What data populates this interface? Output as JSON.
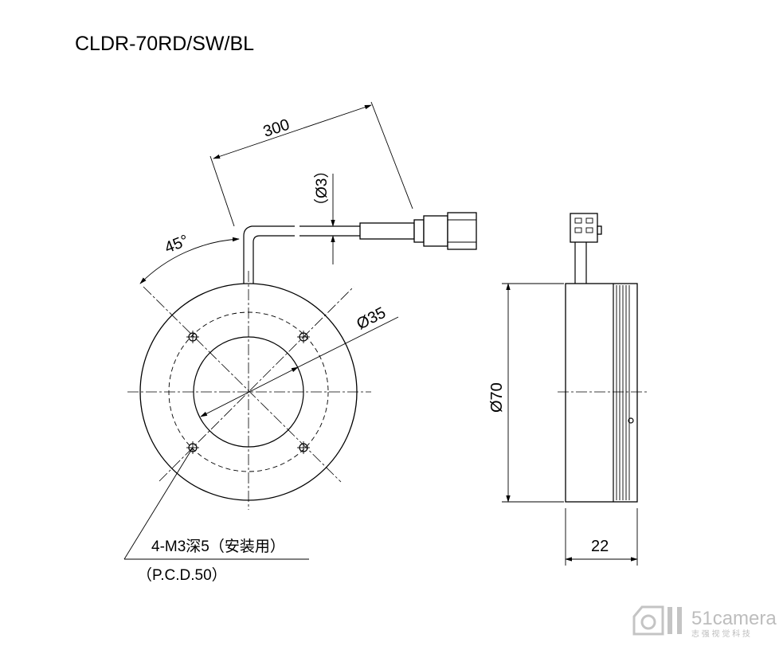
{
  "title": "CLDR-70RD/SW/BL",
  "dimensions": {
    "cable_length": "300",
    "cable_diameter": "（Ø3）",
    "cable_angle": "45°",
    "inner_diameter": "Ø35",
    "outer_diameter": "Ø70",
    "thickness": "22"
  },
  "notes": {
    "mount_holes": "4-M3深5（安装用）",
    "pcd": "（P.C.D.50）"
  },
  "watermark": {
    "brand": "51camera",
    "subtitle": "志 强 视 觉 科 技"
  }
}
